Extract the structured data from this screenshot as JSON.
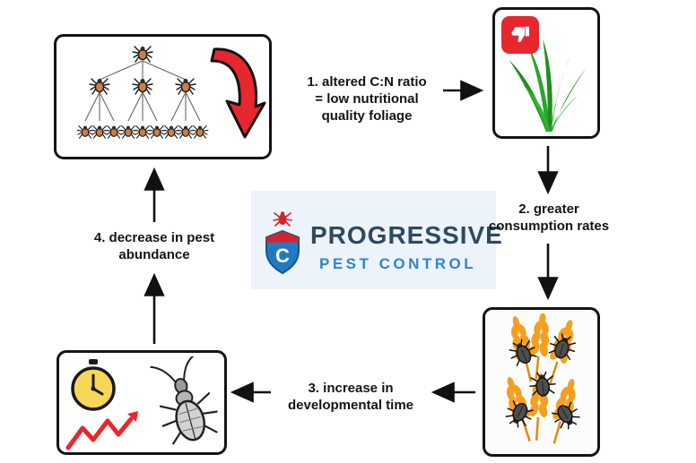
{
  "diagram": {
    "step1": {
      "lines": [
        "1. altered C:N ratio",
        "= low nutritional",
        "quality foliage"
      ]
    },
    "step2": {
      "lines": [
        "2. greater",
        "consumption rates"
      ]
    },
    "step3": {
      "lines": [
        "3. increase in",
        "developmental time"
      ]
    },
    "step4": {
      "lines": [
        "4. decrease in pest",
        "abundance"
      ]
    }
  },
  "logo": {
    "title": "PROGRESSIVE",
    "subtitle": "PEST CONTROL",
    "shield_letter": "C"
  },
  "icons": [
    "pest-population-tree-icon",
    "decline-arrow-icon",
    "thumbs-down-icon",
    "plants-icon",
    "beetles-on-wheat-icon",
    "clock-icon",
    "rising-zigzag-arrow-icon",
    "weevil-icon",
    "logo-bug-icon",
    "logo-shield-icon"
  ],
  "colors": {
    "accent_red": "#e8262d",
    "plant_green": "#219a21",
    "wheat_orange": "#f59f1e",
    "clock_yellow": "#f6d75a",
    "tick_orange": "#cd7f42",
    "logo_navy": "#2c4a63",
    "logo_blue": "#2e86c9",
    "arrow_black": "#111111"
  }
}
